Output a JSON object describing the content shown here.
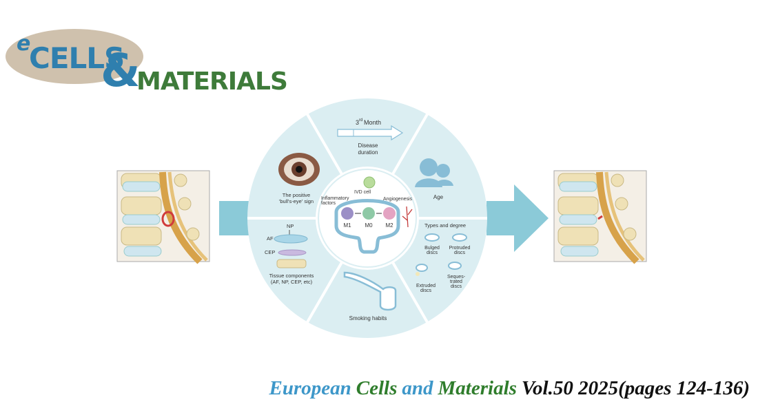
{
  "logo": {
    "e": "e",
    "cells": "CELLS",
    "amp": "&",
    "materials": "MATERIALS",
    "colors": {
      "oval": "#cfc1ad",
      "blue": "#2f7fae",
      "green": "#3e7b3a"
    }
  },
  "figure": {
    "top_label": {
      "sup": "rd",
      "pre": "3",
      "post": " Month"
    },
    "disease_duration": [
      "Disease",
      "duration"
    ],
    "age": "Age",
    "bullseye": [
      "The positive",
      "'bull's-eye' sign"
    ],
    "center": {
      "inflammatory": [
        "Inflammatory",
        "factors"
      ],
      "ivd_cell": "IVD cell",
      "angiogenesis": "Angiogenesis",
      "m1": "M1",
      "m0": "M0",
      "m2": "M2"
    },
    "tissue": {
      "np": "NP",
      "af": "AF",
      "cep": "CEP",
      "label": [
        "Tissue components",
        "(AF, NP, CEP, etc)"
      ]
    },
    "types": {
      "title": "Types and degree",
      "bulged": [
        "Bulged",
        "discs"
      ],
      "protruded": [
        "Protruded",
        "discs"
      ],
      "extruded": [
        "Extruded",
        "discs"
      ],
      "sequestrated": [
        "Seques-",
        "trated",
        "discs"
      ]
    },
    "smoking": "Smoking habits",
    "colors": {
      "wheel": "#dbeef2",
      "arrow": "#8bcad8",
      "lines": "#ffffff"
    }
  },
  "citation": {
    "european": "European",
    "cells": "Cells",
    "and": "and",
    "materials": "Materials",
    "vol": "Vol.50 2025(pages 124-136)",
    "colors": {
      "blue": "#3d97c9",
      "green": "#2f7d2c",
      "dark": "#111111"
    }
  }
}
